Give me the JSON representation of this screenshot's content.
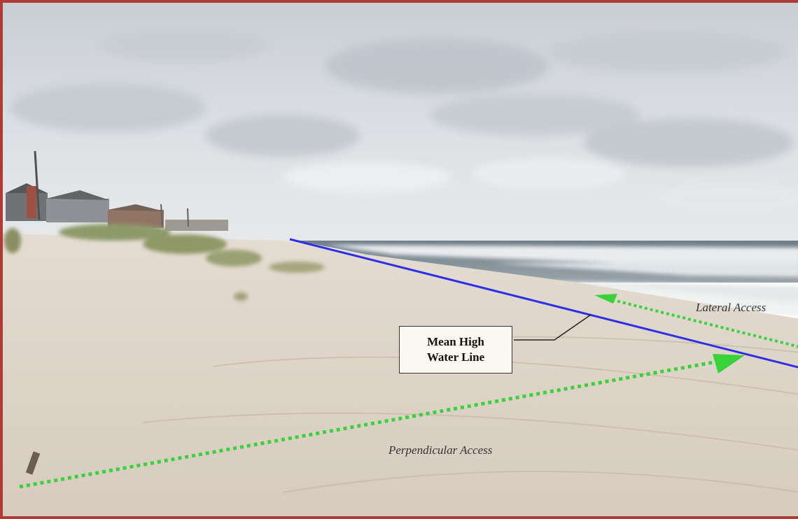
{
  "annotations": {
    "mhw_line_label_line1": "Mean High",
    "mhw_line_label_line2": "Water Line",
    "lateral_access": "Lateral Access",
    "perpendicular_access": "Perpendicular Access"
  },
  "colors": {
    "frame_border": "#b03a34",
    "mhw_line": "#2f2fe6",
    "access_arrow": "#3ad23a",
    "sand": "#dcd2c6",
    "sky": "#d4d8dd",
    "ocean": "#7d8b95"
  }
}
